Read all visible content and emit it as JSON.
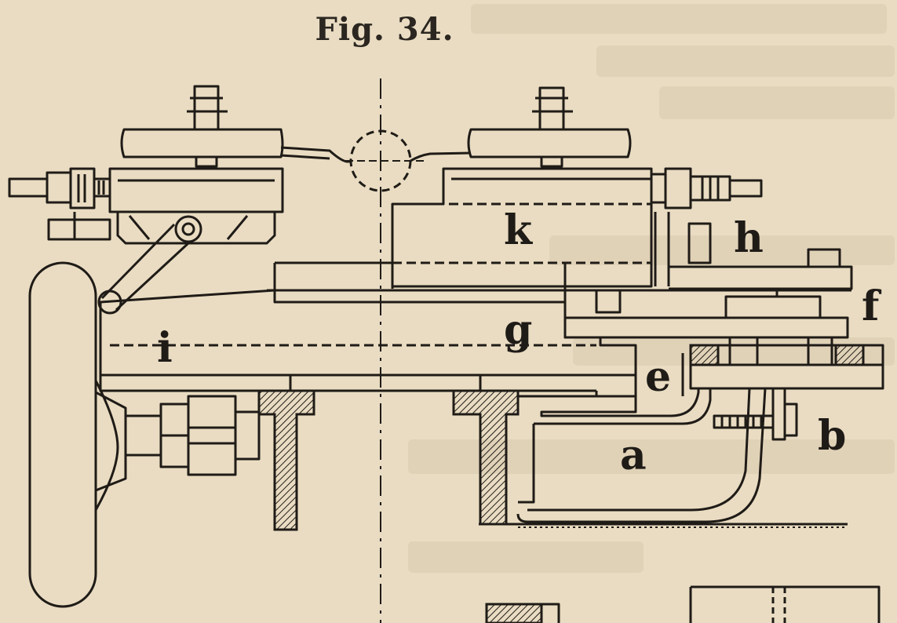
{
  "figure": {
    "caption": "Fig. 34."
  },
  "labels": {
    "k": "k",
    "h": "h",
    "f": "f",
    "i": "i",
    "g": "g",
    "e": "e",
    "a": "a",
    "b": "b"
  },
  "colors": {
    "paper": "#e9dcc2",
    "ink": "#1f1b17",
    "ghost_text": "#d2c2a4"
  }
}
